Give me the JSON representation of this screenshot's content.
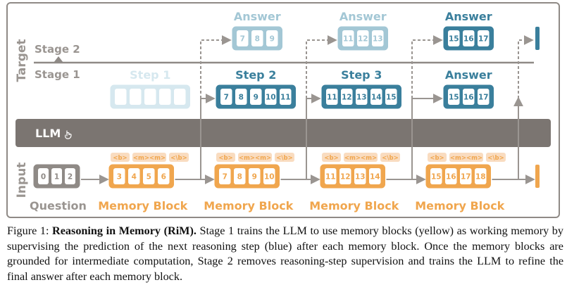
{
  "colors": {
    "frame": "#8f8a86",
    "stage_line": "#8f8a86",
    "llm_bar": "#7b7571",
    "blue": "#3a7f9c",
    "blue_pale": "#d6e8ef",
    "blue_mid": "#a3c7d5",
    "orange": "#f0a64e",
    "orange_tag": "#f9dcc0",
    "gray_box": "#8f8a86",
    "arrow": "#9a9591",
    "label_gray": "#9a9591"
  },
  "labels": {
    "target": "Target",
    "input": "Input",
    "stage2": "Stage 2",
    "stage1": "Stage 1",
    "llm": "LLM",
    "question": "Question"
  },
  "question_tokens": [
    "0",
    "1",
    "2"
  ],
  "tags": {
    "begin": "<b>",
    "mem": "<m>",
    "end": "<\\b>"
  },
  "blocks": [
    {
      "label": "Memory Block",
      "tokens": [
        "3",
        "4",
        "5",
        "6"
      ],
      "step": {
        "label": "Step 1",
        "tokens": [
          "",
          "",
          "",
          "",
          ""
        ],
        "faded": true
      },
      "answer": {
        "label": "Answer",
        "tokens": [
          "7",
          "8",
          "9"
        ],
        "faded": true
      }
    },
    {
      "label": "Memory Block",
      "tokens": [
        "7",
        "8",
        "9",
        "10"
      ],
      "step": {
        "label": "Step 2",
        "tokens": [
          "7",
          "8",
          "9",
          "10",
          "11"
        ],
        "faded": false
      },
      "answer": {
        "label": "Answer",
        "tokens": [
          "11",
          "12",
          "13"
        ],
        "faded": true
      }
    },
    {
      "label": "Memory Block",
      "tokens": [
        "11",
        "12",
        "13",
        "14"
      ],
      "step": {
        "label": "Step 3",
        "tokens": [
          "11",
          "12",
          "13",
          "14",
          "15"
        ],
        "faded": false
      },
      "answer": {
        "label": "Answer",
        "tokens": [
          "15",
          "16",
          "17"
        ],
        "faded": false
      }
    },
    {
      "label": "Memory Block",
      "tokens": [
        "15",
        "16",
        "17",
        "18"
      ],
      "step": {
        "label": "Answer",
        "tokens": [
          "15",
          "16",
          "17"
        ],
        "faded": false
      },
      "answer": null
    }
  ],
  "caption": {
    "prefix": "Figure 1: ",
    "title": "Reasoning in Memory (RiM).",
    "body": " Stage 1 trains the LLM to use memory blocks (yellow) as working memory by supervising the prediction of the next reasoning step (blue) after each memory block.  Once the memory blocks are grounded for intermediate computation, Stage 2 removes reasoning-step supervision and trains the LLM to refine the final answer after each memory block."
  }
}
